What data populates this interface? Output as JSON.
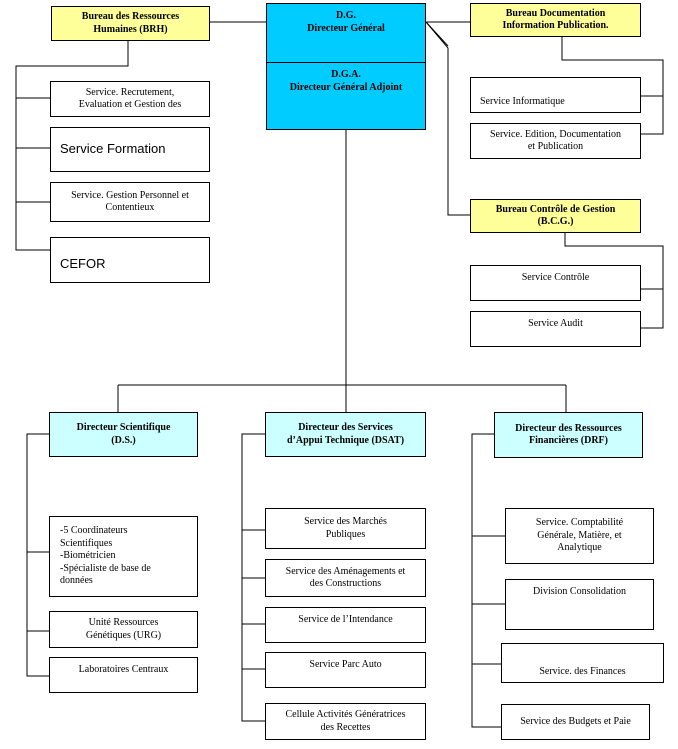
{
  "top": {
    "dg": "D.G.\nDirecteur Général",
    "dga": "D.G.A.\nDirecteur Général Adjoint"
  },
  "brh": {
    "title": "Bureau des Ressources\nHumaines (BRH)",
    "services": [
      "Service. Recrutement,\nEvaluation  et Gestion des",
      "Service Formation",
      "Service. Gestion Personnel et\nContentieux",
      "CEFOR"
    ]
  },
  "bdip": {
    "title": "Bureau Documentation\nInformation Publication.",
    "services": [
      "Service Informatique",
      "Service. Edition, Documentation\net Publication"
    ]
  },
  "bcg": {
    "title": "Bureau Contrôle de Gestion\n(B.C.G.)",
    "services": [
      "Service Contrôle",
      "Service Audit"
    ]
  },
  "ds": {
    "title": "Directeur Scientifique\n(D.S.)",
    "services": [
      "-5 Coordinateurs\n  Scientifiques\n-Biométricien\n-Spécialiste de base de\n  données",
      "Unité Ressources\nGénétiques (URG)",
      "Laboratoires Centraux"
    ]
  },
  "dsat": {
    "title": "Directeur des Services\nd’Appui Technique (DSAT)",
    "services": [
      "Service des Marchés\nPubliques",
      "Service des Aménagements et\ndes Constructions",
      "Service de l’Intendance",
      "Service Parc Auto",
      "Cellule Activités Génératrices\ndes Recettes"
    ]
  },
  "drf": {
    "title": "Directeur des Ressources\nFinancières (DRF)",
    "services": [
      "Service. Comptabilité\nGénérale, Matière,  et\nAnalytique",
      "Division Consolidation",
      "Service. des Finances",
      "Service des Budgets et Paie"
    ]
  }
}
